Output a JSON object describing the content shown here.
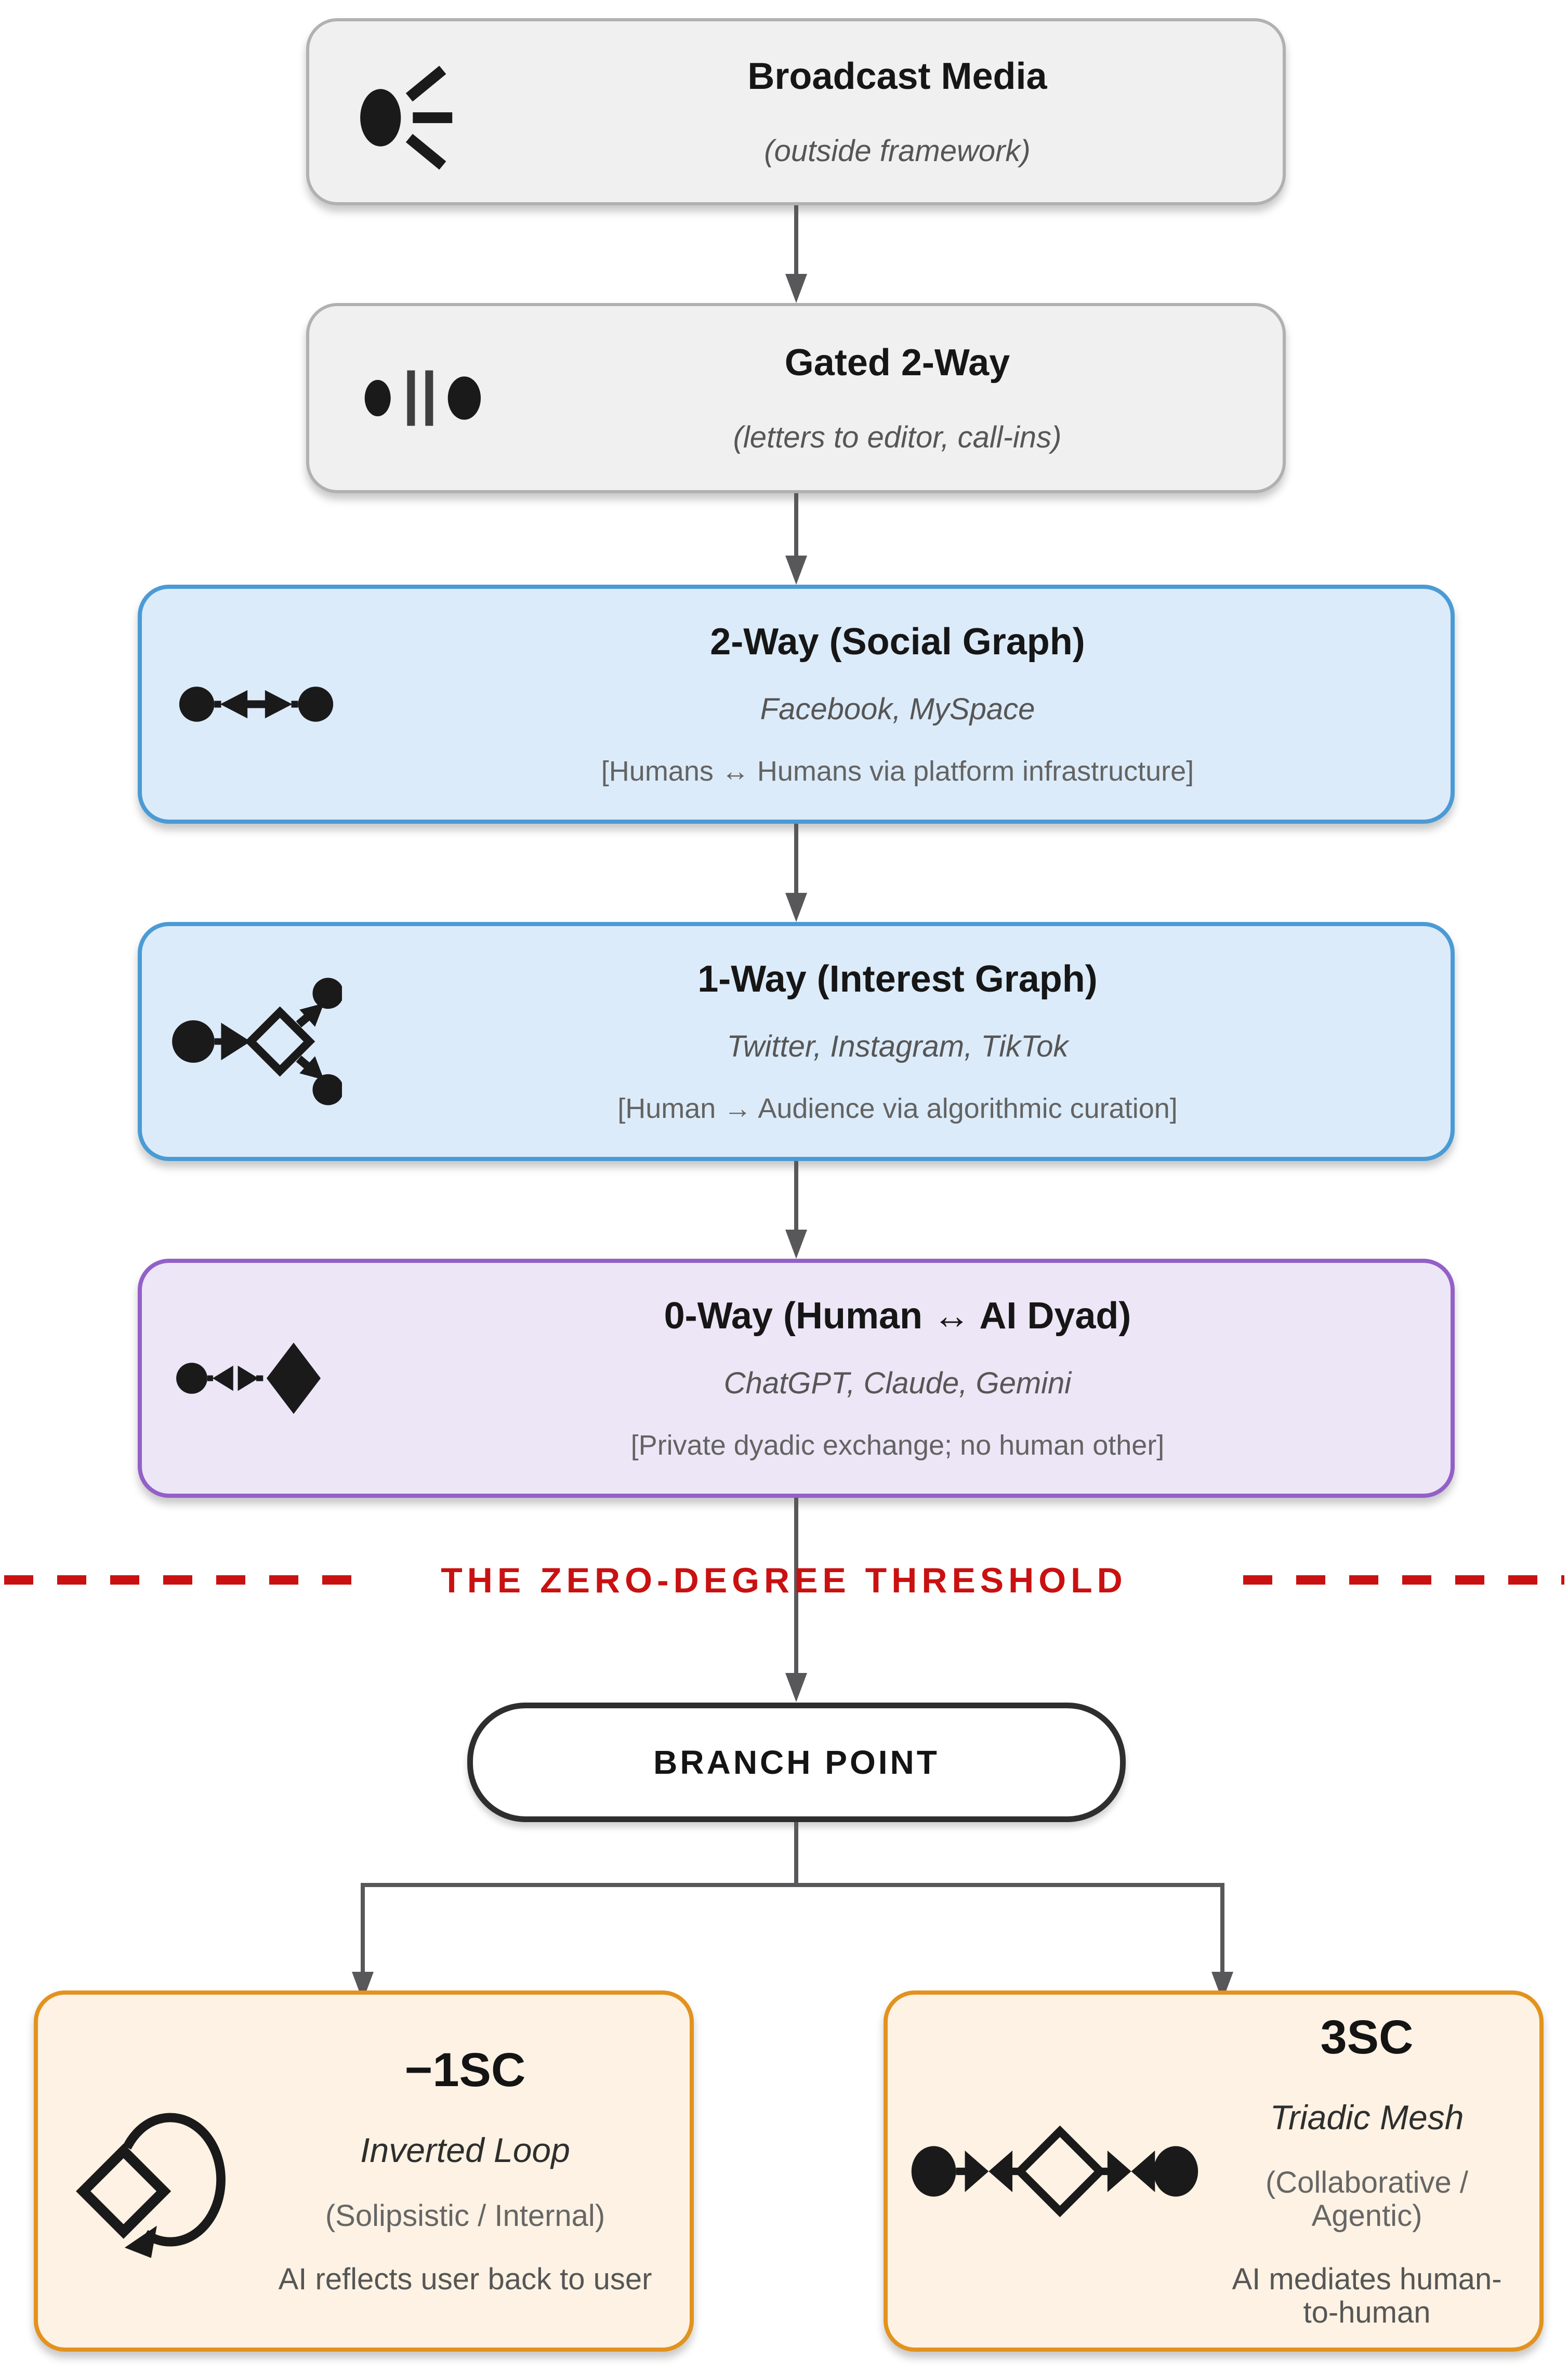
{
  "palette": {
    "stage_gray_bg": "#f0f0f0",
    "stage_gray_border": "#b1b1b1",
    "stage_blue_bg": "#dcebf9",
    "stage_blue_border": "#4a9bd5",
    "stage_purple_bg": "#ece6f6",
    "stage_purple_border": "#9360c8",
    "outcome_bg": "#fdf2e3",
    "outcome_border": "#e3921e",
    "connector": "#58585a",
    "threshold_red": "#c91111"
  },
  "stages": [
    {
      "title": "Broadcast Media",
      "subtitle": "(outside framework)",
      "icon": "broadcast-icon"
    },
    {
      "title": "Gated 2-Way",
      "subtitle": "(letters to editor, call-ins)",
      "icon": "gated-two-way-icon"
    },
    {
      "title": "2-Way (Social Graph)",
      "subtitle": "Facebook, MySpace",
      "bracket": "[Humans ↔ Humans via platform infrastructure]",
      "icon": "two-way-icon"
    },
    {
      "title": "1-Way (Interest Graph)",
      "subtitle": "Twitter, Instagram, TikTok",
      "bracket": "[Human → Audience via algorithmic curation]",
      "icon": "one-way-fanout-icon"
    },
    {
      "title": "0-Way (Human ↔ AI Dyad)",
      "subtitle": "ChatGPT, Claude, Gemini",
      "bracket": "[Private dyadic exchange; no human other]",
      "icon": "human-ai-dyad-icon"
    }
  ],
  "threshold": {
    "label": "THE ZERO-DEGREE THRESHOLD"
  },
  "branch": {
    "label": "BRANCH POINT"
  },
  "outcomes": [
    {
      "code": "−1SC",
      "name": "Inverted Loop",
      "qualifier": "(Solipsistic / Internal)",
      "description": "AI reflects user back to user",
      "icon": "inverted-loop-icon"
    },
    {
      "code": "3SC",
      "name": "Triadic Mesh",
      "qualifier": "(Collaborative / Agentic)",
      "description": "AI mediates human-to-human",
      "icon": "triadic-mesh-icon"
    }
  ]
}
